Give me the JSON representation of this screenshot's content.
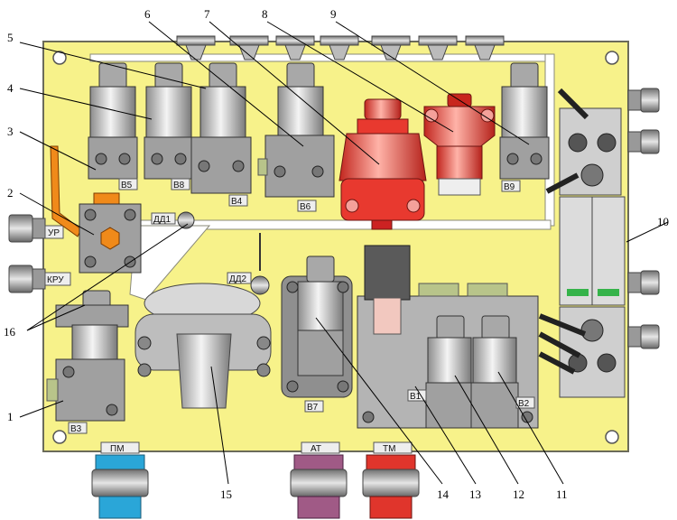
{
  "colors": {
    "panel": "#f7f28a",
    "panel_border": "#6b6b5a",
    "body_gray": "#9a9a9a",
    "red_valve": "#e8392f",
    "orange_lever": "#f08a1a",
    "pipe_blue": "#2aa6d8",
    "pipe_purple": "#a05a86",
    "pipe_red": "#e0352c"
  },
  "callouts": [
    "1",
    "2",
    "3",
    "4",
    "5",
    "6",
    "7",
    "8",
    "9",
    "10",
    "11",
    "12",
    "13",
    "14",
    "15",
    "16"
  ],
  "valve_tags": {
    "b1": "В1",
    "b2": "В2",
    "b3": "В3",
    "b4": "В4",
    "b5": "В5",
    "b6": "В6",
    "b7": "В7",
    "b8": "В8",
    "b9": "В9"
  },
  "sensor_tags": {
    "dd1": "ДД1",
    "dd2": "ДД2"
  },
  "side_ports": {
    "ur": "УР",
    "kru": "КРУ"
  },
  "bottom_ports": {
    "pm": "ПМ",
    "at": "АТ",
    "tm": "ТМ"
  }
}
